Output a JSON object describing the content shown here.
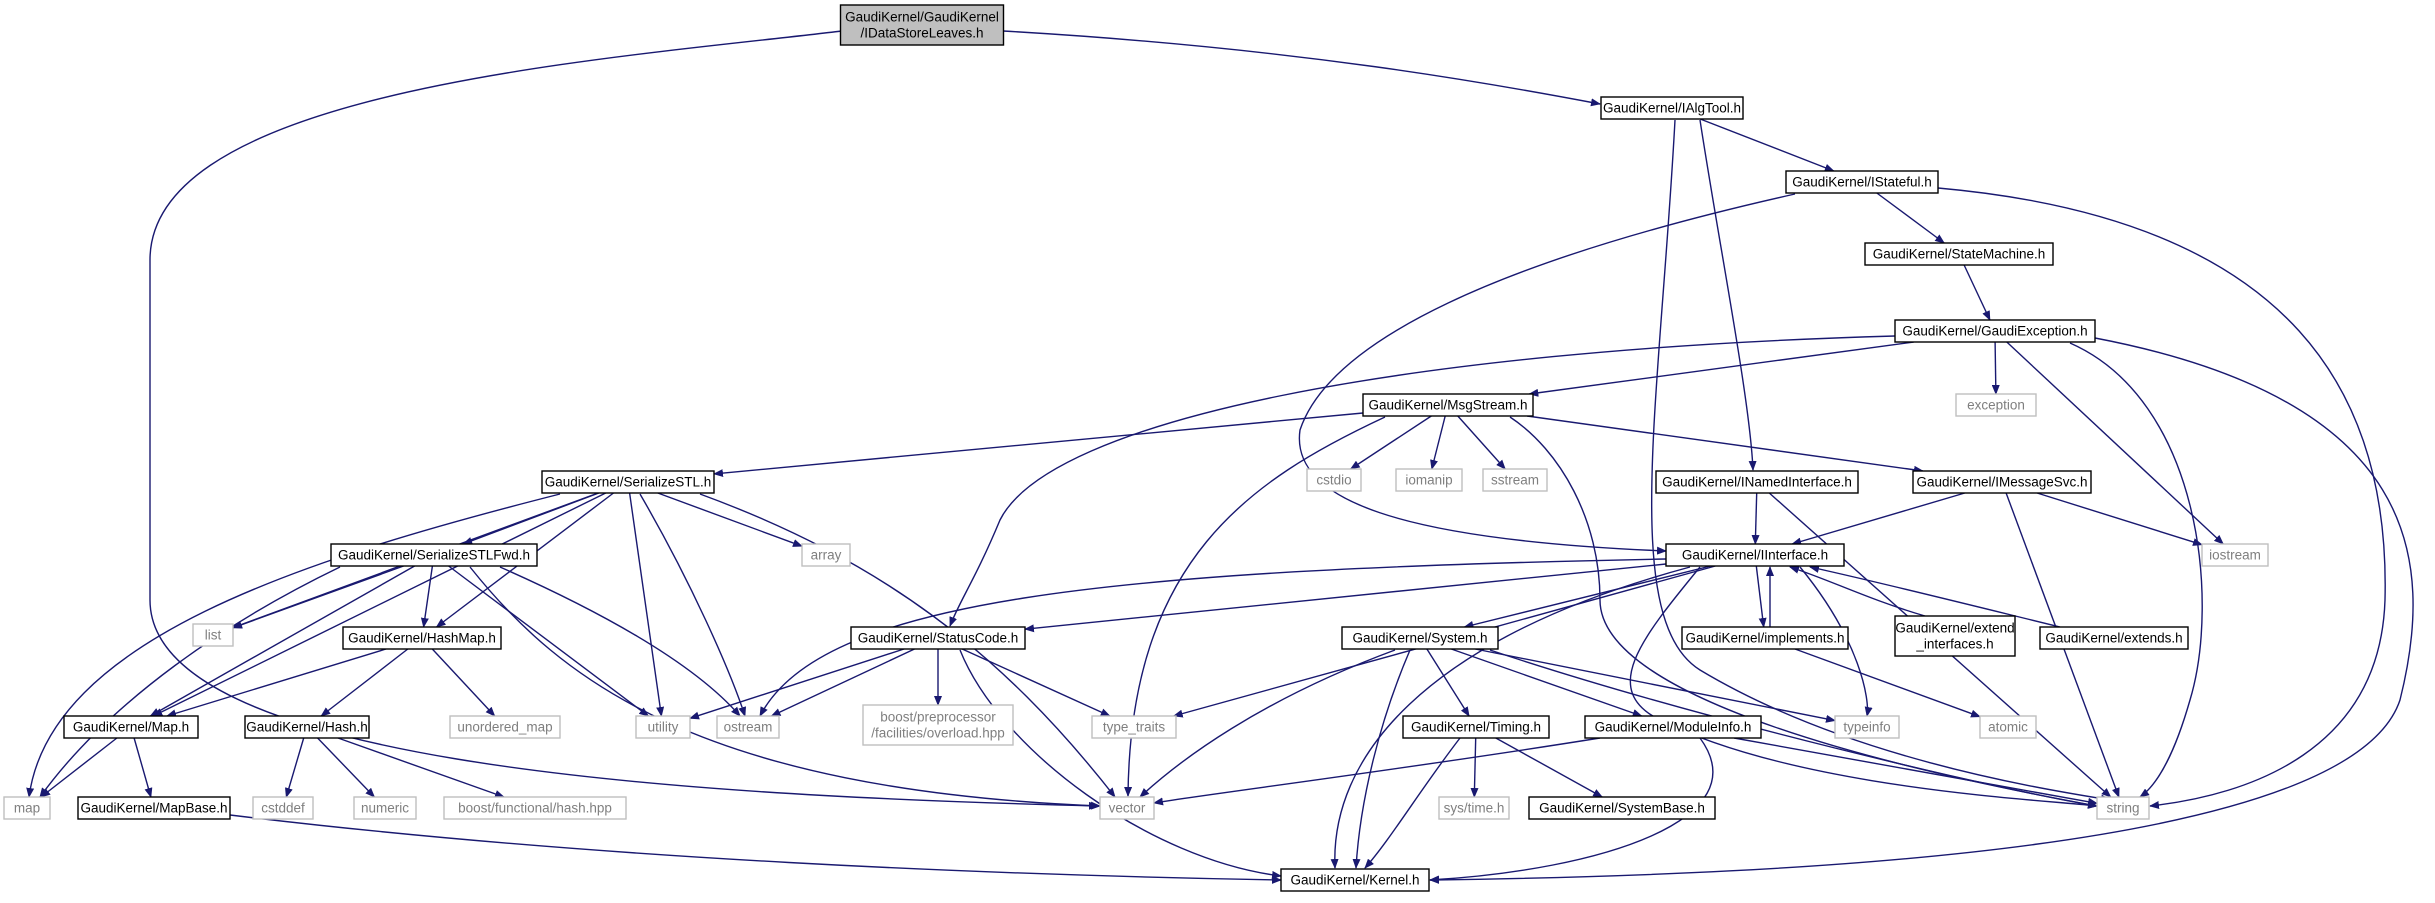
{
  "diagram": {
    "colors": {
      "edge": "#191970",
      "node_border": "#000000",
      "external_border": "#bfbfbf",
      "external_text": "#7f7f7f",
      "root_fill": "#bfbfbf",
      "text": "#000000"
    },
    "nodes": [
      {
        "id": "root",
        "label": [
          "GaudiKernel/GaudiKernel",
          "/IDataStoreLeaves.h"
        ],
        "kind": "root"
      },
      {
        "id": "ialgtool",
        "label": [
          "GaudiKernel/IAlgTool.h"
        ],
        "kind": "internal"
      },
      {
        "id": "istateful",
        "label": [
          "GaudiKernel/IStateful.h"
        ],
        "kind": "internal"
      },
      {
        "id": "statemachine",
        "label": [
          "GaudiKernel/StateMachine.h"
        ],
        "kind": "internal"
      },
      {
        "id": "gaudiexception",
        "label": [
          "GaudiKernel/GaudiException.h"
        ],
        "kind": "internal"
      },
      {
        "id": "exception",
        "label": [
          "exception"
        ],
        "kind": "external"
      },
      {
        "id": "msgstream",
        "label": [
          "GaudiKernel/MsgStream.h"
        ],
        "kind": "internal"
      },
      {
        "id": "serializestl",
        "label": [
          "GaudiKernel/SerializeSTL.h"
        ],
        "kind": "internal"
      },
      {
        "id": "cstdio",
        "label": [
          "cstdio"
        ],
        "kind": "external"
      },
      {
        "id": "iomanip",
        "label": [
          "iomanip"
        ],
        "kind": "external"
      },
      {
        "id": "sstream",
        "label": [
          "sstream"
        ],
        "kind": "external"
      },
      {
        "id": "inamed",
        "label": [
          "GaudiKernel/INamedInterface.h"
        ],
        "kind": "internal"
      },
      {
        "id": "imessagesvc",
        "label": [
          "GaudiKernel/IMessageSvc.h"
        ],
        "kind": "internal"
      },
      {
        "id": "array",
        "label": [
          "array"
        ],
        "kind": "external"
      },
      {
        "id": "serializestlfwd",
        "label": [
          "GaudiKernel/SerializeSTLFwd.h"
        ],
        "kind": "internal"
      },
      {
        "id": "iinterface",
        "label": [
          "GaudiKernel/IInterface.h"
        ],
        "kind": "internal"
      },
      {
        "id": "iostream",
        "label": [
          "iostream"
        ],
        "kind": "external"
      },
      {
        "id": "list",
        "label": [
          "list"
        ],
        "kind": "external"
      },
      {
        "id": "hashmap",
        "label": [
          "GaudiKernel/HashMap.h"
        ],
        "kind": "internal"
      },
      {
        "id": "statuscode",
        "label": [
          "GaudiKernel/StatusCode.h"
        ],
        "kind": "internal"
      },
      {
        "id": "system",
        "label": [
          "GaudiKernel/System.h"
        ],
        "kind": "internal"
      },
      {
        "id": "implements",
        "label": [
          "GaudiKernel/implements.h"
        ],
        "kind": "internal"
      },
      {
        "id": "extendif",
        "label": [
          "GaudiKernel/extend",
          "_interfaces.h"
        ],
        "kind": "internal"
      },
      {
        "id": "extends",
        "label": [
          "GaudiKernel/extends.h"
        ],
        "kind": "internal"
      },
      {
        "id": "mapnode",
        "label": [
          "GaudiKernel/Map.h"
        ],
        "kind": "internal"
      },
      {
        "id": "hash",
        "label": [
          "GaudiKernel/Hash.h"
        ],
        "kind": "internal"
      },
      {
        "id": "unordered_map",
        "label": [
          "unordered_map"
        ],
        "kind": "external"
      },
      {
        "id": "utility",
        "label": [
          "utility"
        ],
        "kind": "external"
      },
      {
        "id": "ostream",
        "label": [
          "ostream"
        ],
        "kind": "external"
      },
      {
        "id": "boostpp",
        "label": [
          "boost/preprocessor",
          "/facilities/overload.hpp"
        ],
        "kind": "external"
      },
      {
        "id": "type_traits",
        "label": [
          "type_traits"
        ],
        "kind": "external"
      },
      {
        "id": "timing",
        "label": [
          "GaudiKernel/Timing.h"
        ],
        "kind": "internal"
      },
      {
        "id": "moduleinfo",
        "label": [
          "GaudiKernel/ModuleInfo.h"
        ],
        "kind": "internal"
      },
      {
        "id": "typeinfo",
        "label": [
          "typeinfo"
        ],
        "kind": "external"
      },
      {
        "id": "atomic",
        "label": [
          "atomic"
        ],
        "kind": "external"
      },
      {
        "id": "map",
        "label": [
          "map"
        ],
        "kind": "external"
      },
      {
        "id": "mapbase",
        "label": [
          "GaudiKernel/MapBase.h"
        ],
        "kind": "internal"
      },
      {
        "id": "cstddef",
        "label": [
          "cstddef"
        ],
        "kind": "external"
      },
      {
        "id": "numeric",
        "label": [
          "numeric"
        ],
        "kind": "external"
      },
      {
        "id": "boosthash",
        "label": [
          "boost/functional/hash.hpp"
        ],
        "kind": "external"
      },
      {
        "id": "vector",
        "label": [
          "vector"
        ],
        "kind": "external"
      },
      {
        "id": "systime",
        "label": [
          "sys/time.h"
        ],
        "kind": "external"
      },
      {
        "id": "systembase",
        "label": [
          "GaudiKernel/SystemBase.h"
        ],
        "kind": "internal"
      },
      {
        "id": "string",
        "label": [
          "string"
        ],
        "kind": "external"
      },
      {
        "id": "kernel",
        "label": [
          "GaudiKernel/Kernel.h"
        ],
        "kind": "internal"
      }
    ],
    "edges": [
      [
        "root",
        "ialgtool"
      ],
      [
        "root",
        "vector"
      ],
      [
        "ialgtool",
        "istateful"
      ],
      [
        "ialgtool",
        "inamed"
      ],
      [
        "ialgtool",
        "string"
      ],
      [
        "istateful",
        "statemachine"
      ],
      [
        "istateful",
        "iinterface"
      ],
      [
        "istateful",
        "string"
      ],
      [
        "statemachine",
        "gaudiexception"
      ],
      [
        "gaudiexception",
        "exception"
      ],
      [
        "gaudiexception",
        "msgstream"
      ],
      [
        "gaudiexception",
        "statuscode"
      ],
      [
        "gaudiexception",
        "iostream"
      ],
      [
        "gaudiexception",
        "string"
      ],
      [
        "gaudiexception",
        "kernel"
      ],
      [
        "msgstream",
        "serializestl"
      ],
      [
        "msgstream",
        "cstdio"
      ],
      [
        "msgstream",
        "iomanip"
      ],
      [
        "msgstream",
        "sstream"
      ],
      [
        "msgstream",
        "imessagesvc"
      ],
      [
        "msgstream",
        "vector"
      ],
      [
        "msgstream",
        "string"
      ],
      [
        "inamed",
        "iinterface"
      ],
      [
        "inamed",
        "string"
      ],
      [
        "imessagesvc",
        "iinterface"
      ],
      [
        "imessagesvc",
        "iostream"
      ],
      [
        "imessagesvc",
        "string"
      ],
      [
        "serializestl",
        "array"
      ],
      [
        "serializestl",
        "serializestlfwd"
      ],
      [
        "serializestl",
        "list"
      ],
      [
        "serializestl",
        "hashmap"
      ],
      [
        "serializestl",
        "mapnode"
      ],
      [
        "serializestl",
        "map"
      ],
      [
        "serializestl",
        "utility"
      ],
      [
        "serializestl",
        "ostream"
      ],
      [
        "serializestl",
        "vector"
      ],
      [
        "serializestlfwd",
        "list"
      ],
      [
        "serializestlfwd",
        "hashmap"
      ],
      [
        "serializestlfwd",
        "mapnode"
      ],
      [
        "serializestlfwd",
        "map"
      ],
      [
        "serializestlfwd",
        "utility"
      ],
      [
        "serializestlfwd",
        "ostream"
      ],
      [
        "serializestlfwd",
        "vector"
      ],
      [
        "hashmap",
        "mapnode"
      ],
      [
        "hashmap",
        "hash"
      ],
      [
        "hashmap",
        "unordered_map"
      ],
      [
        "mapnode",
        "map"
      ],
      [
        "mapnode",
        "mapbase"
      ],
      [
        "mapbase",
        "kernel"
      ],
      [
        "hash",
        "cstddef"
      ],
      [
        "hash",
        "numeric"
      ],
      [
        "hash",
        "boosthash"
      ],
      [
        "iinterface",
        "statuscode"
      ],
      [
        "iinterface",
        "system"
      ],
      [
        "iinterface",
        "implements"
      ],
      [
        "iinterface",
        "ostream"
      ],
      [
        "iinterface",
        "type_traits"
      ],
      [
        "iinterface",
        "typeinfo"
      ],
      [
        "iinterface",
        "string"
      ],
      [
        "iinterface",
        "kernel"
      ],
      [
        "implements",
        "iinterface"
      ],
      [
        "implements",
        "atomic"
      ],
      [
        "extendif",
        "iinterface"
      ],
      [
        "extends",
        "iinterface"
      ],
      [
        "statuscode",
        "utility"
      ],
      [
        "statuscode",
        "ostream"
      ],
      [
        "statuscode",
        "boostpp"
      ],
      [
        "statuscode",
        "type_traits"
      ],
      [
        "statuscode",
        "kernel"
      ],
      [
        "system",
        "timing"
      ],
      [
        "system",
        "moduleinfo"
      ],
      [
        "system",
        "typeinfo"
      ],
      [
        "system",
        "vector"
      ],
      [
        "system",
        "string"
      ],
      [
        "system",
        "kernel"
      ],
      [
        "timing",
        "systime"
      ],
      [
        "timing",
        "systembase"
      ],
      [
        "timing",
        "kernel"
      ],
      [
        "moduleinfo",
        "vector"
      ],
      [
        "moduleinfo",
        "string"
      ],
      [
        "moduleinfo",
        "kernel"
      ]
    ]
  }
}
